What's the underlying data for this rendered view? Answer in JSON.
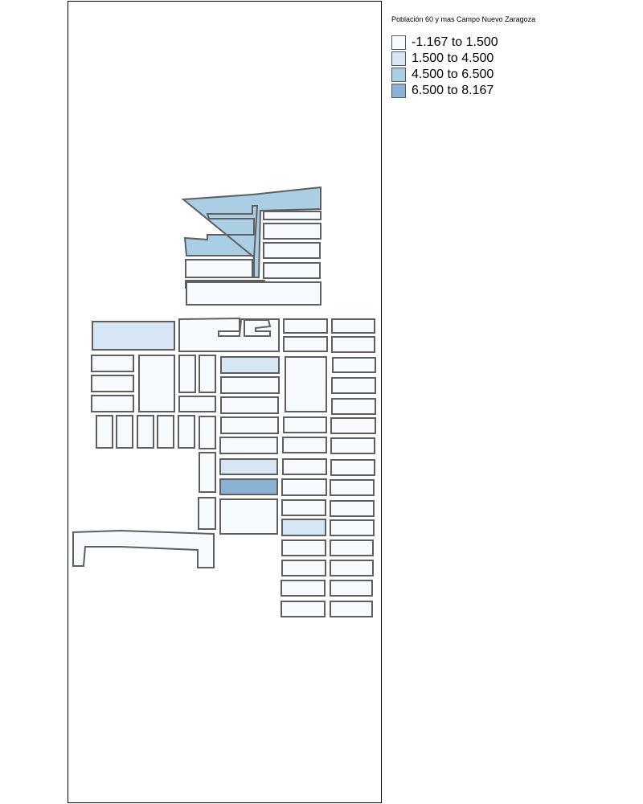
{
  "legend": {
    "title": "Población 60 y mas Campo Nuevo Zaragoza",
    "classes": [
      {
        "label": "-1.167 to 1.500",
        "color": "#f7fbff"
      },
      {
        "label": "1.500 to 4.500",
        "color": "#d6e6f4"
      },
      {
        "label": "4.500 to 6.500",
        "color": "#aacfe5"
      },
      {
        "label": "6.500 to 8.167",
        "color": "#8bb1d4"
      }
    ]
  }
}
